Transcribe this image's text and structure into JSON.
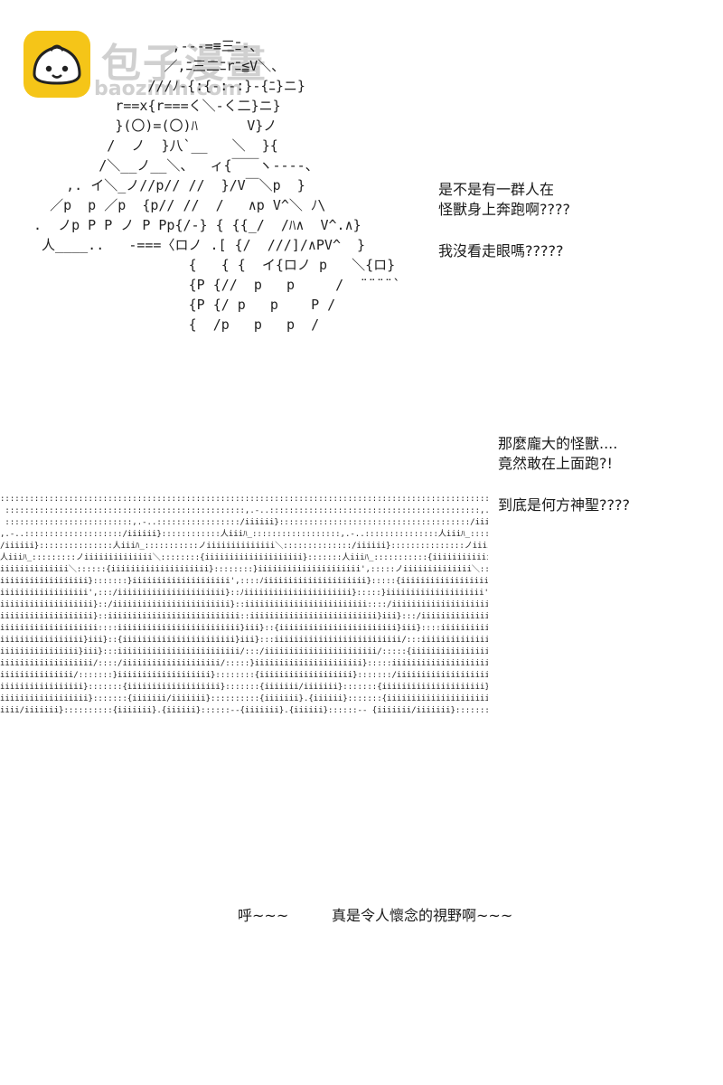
{
  "watermark": {
    "icon": "steamed-bun-logo-icon",
    "title": "包子漫畫",
    "domain": "baozimh.com"
  },
  "art": {
    "top": [
      "                  ,‐-‐=≡三ﾆ-、",
      "                 ／,ﾆ三二ﾆrﾆ≦V＼、",
      "               ///ﾉ-{:{-:-:}-{ﾆ}ニ}",
      "           r==x{r===く＼-く二}ニ}",
      "           }(〇)=(〇)ﾊ      V}ノ",
      "          /  ノ  }八`__   ＼  }{",
      "         /＼__ノ__＼、  ィ{￣￣ヽ----、",
      "     ,. イ＼_ノ//p// //  }/V￣＼p  }",
      "   ／p  p ／p  {p// //  /   ∧p V^＼ ﾉ\\",
      " .  ノp P P ノ P Pp{/-} { {{_/  /ﾊ∧  V^.∧}",
      "  人____..   -===〈ロノ .[ {/  ///]/∧PV^  }",
      "                    {   { {  イ{ロノ p   ＼{ロ}",
      "                    {P {//  p   p     /  ¨¨¨¨`",
      "                    {P {/ p   p    P /",
      "                    {  /p   p   p  /"
    ],
    "crowd": [
      ":::::::::::::::::::::::::::::::::::::::::::::::::::::::::::::::::::::::::::::::::::::::::::::::::::::",
      " :::::::::::::::::::::::::::::::::::::::::::::::::,.-..:::::::::::::::::::::::::::::::::::::::::::,.-..:::::",
      " ::::::::::::::::::::::::::,.-..:::::::::::::::::/iiiiii}:::::::::::::::::::::::::::::::::::::::/iiiiii}:::::::",
      ",.-..::::::::::::::::::::/iiiiii}::::::::::::人iiiﾊ_::::::::::::::::::,.-..:::::::::::::::人iiiﾊ_::::::::",
      "/iiiiii}:::::::::::::::人iiiﾊ_:::::::::::ノiiiiiiiiiiiiii＼::::::::::::::/iiiiii}:::::::::::::::ノiiiiiiiiiiiiii＼:::::",
      "人iiiﾊ_:::::::::ノiiiiiiiiiiiiii＼::::::::{iiiiiiiiiiiiiiiiiiii}:::::::人iiiﾊ_:::::::::::{iiiiiiiiiiiiiiiiiii}::::",
      "iiiiiiiiiiiiii＼::::::{iiiiiiiiiiiiiiiiiiii}::::::::}iiiiiiiiiiiiiiiiiiiii',:::::ノiiiiiiiiiiiiii＼:::::::}iiiiiiiiiiiiiiiiiiiii',::::",
      "iiiiiiiiiiiiiiiiii}:::::::}iiiiiiiiiiiiiiiiiiii',::::ﾉiiiiiiiiiiiiiiiiiiiii}:::::{iiiiiiiiiiiiiiiiiii}::::ﾉiiiiiiiiiiiiiiiiiiiii}::::",
      "iiiiiiiiiiiiiiiiii',:::/iiiiiiiiiiiiiiiiiiiiii}::ﾉiiiiiiiiiiiiiiiiiiiiii}:::::}iiiiiiiiiiiiiiiiiiii',::ﾉiiiiiiiiiiiiiiiiiiiiiii}:::::",
      "iiiiiiiiiiiiiiiiiii}::/iiiiiiiiiiiiiiiiiiiiiiii}::iiiiiiiiiiiiiiiiiiiiiiiii::::/iiiiiiiiiiiiiiiiiiiiiii}::iiiiiiiiiiiiiiiiiiiiiiii::::::",
      "iiiiiiiiiiiiiiiiiii}::iiiiiiiiiiiiiiiiiiiiiiiiiii::iiiiiiiiiiiiiiiiiiiiiiiiii}iii}:::/iiiiiiiiiiiiiiiiiiiiiiiii}::iiiiiiiiiiiiiiiiiiiiiiii}iii}:::::",
      "iiiiiiiiiiiiiiiiiiii::::iiiiiiiiiiiiiiiiiiiiiiiii}iii}::{iiiiiiiiiiiiiiiiiiiiiiii}iii}::::iiiiiiiiiiiiiiiiiiiiiiiiiiiii}::{iiiiiiiiiiiiiiiiiiiiii}iii}::::",
      "iiiiiiiiiiiiiiiii}iii}::{iiiiiiiiiiiiiiiiiiiiiii}iii}:::iiiiiiiiiiiiiiiiiiiiiiiiii/:::iiiiiiiiiiiiiiiiiiiiiiiiii}iii}:::iiiiiiiiiiiiiiiiiiiiiiii/:::::",
      "iiiiiiiiiiiiiiii}iii}:::iiiiiiiiiiiiiiiiiiiiiiiii/:::/iiiiiiiiiiiiiiiiiiiiiii/:::::{iiiiiiiiiiiiiiiiiiiiiiiii}iii}::/iiiiiiiiiiiiiiiiiiiiii/::::::",
      "iiiiiiiiiiiiiiiiiii/::::/iiiiiiiiiiiiiiiiiiii/:::::}iiiiiiiiiiiiiiiiiiiiii}:::::iiiiiiiiiiiiiiiiiiiiiiiii/::::}iiiiiiiiiiiiiiiiiiii}::::::",
      "iiiiiiiiiiiiiii/:::::::}iiiiiiiiiiiiiiiiiii}::::::::{iiiiiiiiiiiiiiiiiii}:::::::/iiiiiiiiiiiiiiiiiiiiii/  ´´::{iiiiiiiiiiiiiiiiiiiii}:::::::::",
      "iiiiiiiiiiiiiiiii}:::::::{iiiiiiiiiiiiiiiiiii}:::::::{iiiiiii/iiiiiii}:::::::{iiiiiiiiiiiiiiiiiiiii}:::::::{iiiiiii/iiiiiii}:::::::::",
      "iiiiiiiiiiiiiiiiii}:::::::{iiiiiii/iiiiiii}::::::::::{iiiiiii}.{iiiiii}:::::::{iiiiiiiiiiiiiiiiiiiii}::::::::{iiiiiii}.{iiiiii}:::::::::",
      "iiii/iiiiiii}::::::::::{iiiiiii}.{iiiiii}::::::--{iiiiiii}.{iiiiii}::::::-- {iiiiiii/iiiiiii}:::::::::{iiiiiii}.{iiiiii}:::::::::"
    ]
  },
  "dialogue": {
    "block1": [
      "是不是有一群人在",
      "怪獸身上奔跑啊????"
    ],
    "block2": [
      "我沒看走眼嗎?????"
    ],
    "block3": [
      "那麼龐大的怪獸....",
      "竟然敢在上面跑?!"
    ],
    "block4": [
      "到底是何方神聖????"
    ],
    "bottom_left": "呼~~~",
    "bottom_right": "真是令人懷念的視野啊~~~"
  }
}
